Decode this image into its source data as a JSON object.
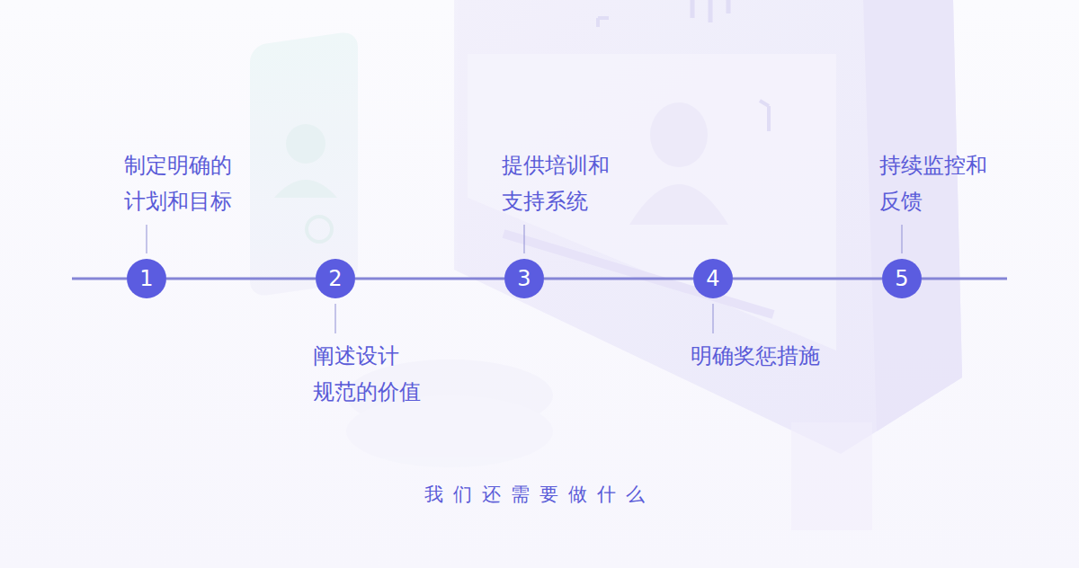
{
  "diagram": {
    "caption": "我们还需要做什么",
    "nodes": [
      {
        "text": [
          "1",
          "制定明确的 计划和目标"
        ]
      },
      {
        "text": [
          "2",
          "阐述设计 规范的价值"
        ]
      },
      {
        "text": [
          "3",
          "提供培训和 支持系统"
        ]
      },
      {
        "text": [
          "4",
          "明确奖惩措施"
        ]
      },
      {
        "text": [
          "5",
          "持续监控和 反馈"
        ]
      }
    ],
    "edges": [
      {
        "from": 0,
        "to": 1,
        "arrow": "none"
      },
      {
        "from": 1,
        "to": 2,
        "arrow": "none"
      },
      {
        "from": 2,
        "to": 3,
        "arrow": "none"
      },
      {
        "from": 3,
        "to": 4,
        "arrow": "none"
      }
    ]
  }
}
